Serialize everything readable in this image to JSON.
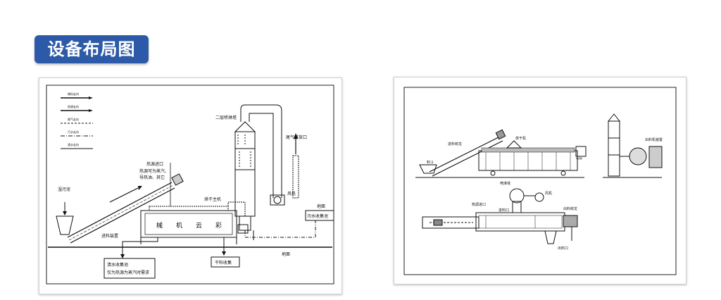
{
  "header": {
    "title": "设备布局图"
  },
  "left_diagram": {
    "legend": [
      "物料走向",
      "热源走向",
      "尾气走向",
      "污水走向",
      "清水走向"
    ],
    "labels": {
      "spray_tower": "二层喷淋塔",
      "exhaust_outlet": "尾气排放口",
      "heat_inlet": "热源进口",
      "heat_desc_1": "热源可为蒸汽、",
      "heat_desc_2": "导热油、其它",
      "sludge": "湿污泥",
      "dryer_main": "烘干主机",
      "fan": "风机",
      "ground_1": "地面",
      "ground_2": "地面",
      "sewage_pool": "污水收集池",
      "feeder": "进料装置",
      "dry_collect": "干料收集",
      "clean_pool_1": "清水收集池",
      "clean_pool_2": "仅为热源为蒸汽时需求",
      "brand": [
        "械",
        "机",
        "云",
        "彩"
      ]
    }
  },
  "right_diagram": {
    "labels": {
      "feed_conveyor": "进料绞龙",
      "dryer": "烘干机",
      "hopper": "料斗",
      "discharge_device": "出料机装置",
      "spray_tower": "喷淋塔",
      "fan": "风机",
      "heat_inlet": "热源进口",
      "feed_port": "进料口",
      "discharge_conveyor": "出料绞龙",
      "discharge_port": "出料口",
      "control_box": "电控箱"
    }
  }
}
